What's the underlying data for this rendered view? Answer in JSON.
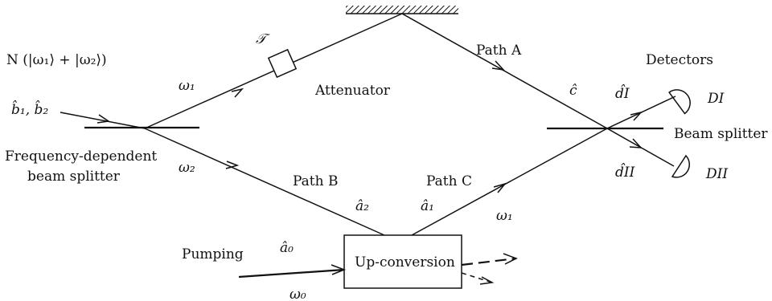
{
  "labels": {
    "input_state": "N (|ω₁⟩ + |ω₂⟩)",
    "input_modes": "b̂₁, b̂₂",
    "fdbs_line1": "Frequency-dependent",
    "fdbs_line2": "beam splitter",
    "omega1_upper": "ω₁",
    "omega2_lower": "ω₂",
    "transmission": "𝒯",
    "attenuator": "Attenuator",
    "path_a": "Path A",
    "path_b": "Path B",
    "path_c": "Path C",
    "mode_c": "ĉ",
    "mode_a2": "â₂",
    "mode_a1": "â₁",
    "mode_a0": "â₀",
    "omega1_c": "ω₁",
    "omega0": "ω₀",
    "pumping": "Pumping",
    "upconversion": "Up-conversion",
    "detectors": "Detectors",
    "mode_d1": "d̂I",
    "mode_d2": "d̂II",
    "det_d1": "DI",
    "det_d2": "DII",
    "beam_splitter": "Beam splitter"
  }
}
